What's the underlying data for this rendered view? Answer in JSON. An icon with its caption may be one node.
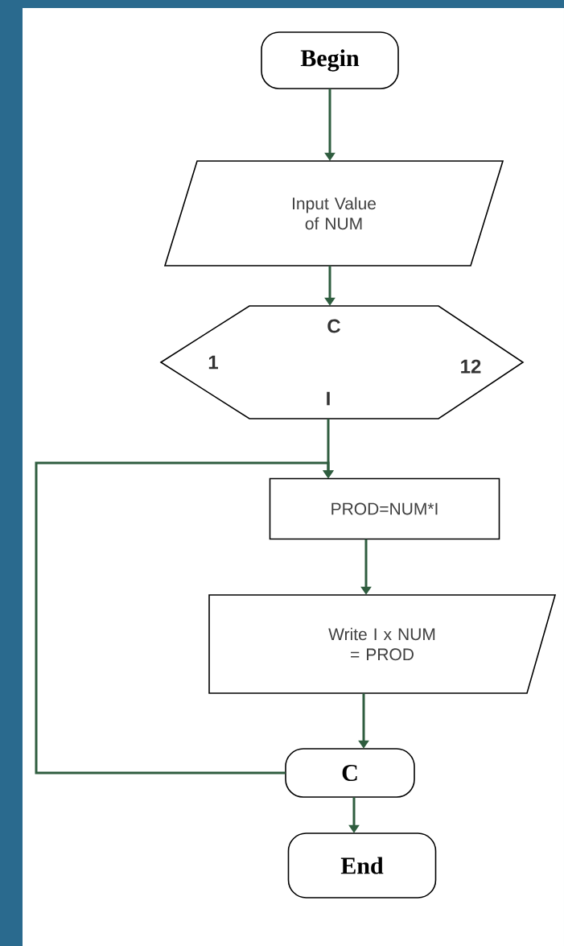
{
  "diagram": {
    "nodes": [
      {
        "text": [
          "Begin"
        ]
      },
      {
        "text": [
          "Input Value of NUM"
        ]
      },
      {
        "text": [
          "C",
          "1",
          "12",
          "I"
        ]
      },
      {
        "text": [
          "PROD=NUM*I"
        ]
      },
      {
        "text": [
          "Write I x NUM = PROD"
        ]
      },
      {
        "text": [
          "C"
        ]
      },
      {
        "text": [
          "End"
        ]
      }
    ],
    "edges": [
      {
        "from": 0,
        "to": 1,
        "arrow": "to"
      },
      {
        "from": 1,
        "to": 2,
        "arrow": "to"
      },
      {
        "from": 2,
        "to": 3,
        "arrow": "to"
      },
      {
        "from": 3,
        "to": 4,
        "arrow": "to"
      },
      {
        "from": 4,
        "to": 5,
        "arrow": "to"
      },
      {
        "from": 5,
        "to": 6,
        "arrow": "to"
      },
      {
        "from": 5,
        "to": 3,
        "arrow": "to"
      }
    ]
  }
}
